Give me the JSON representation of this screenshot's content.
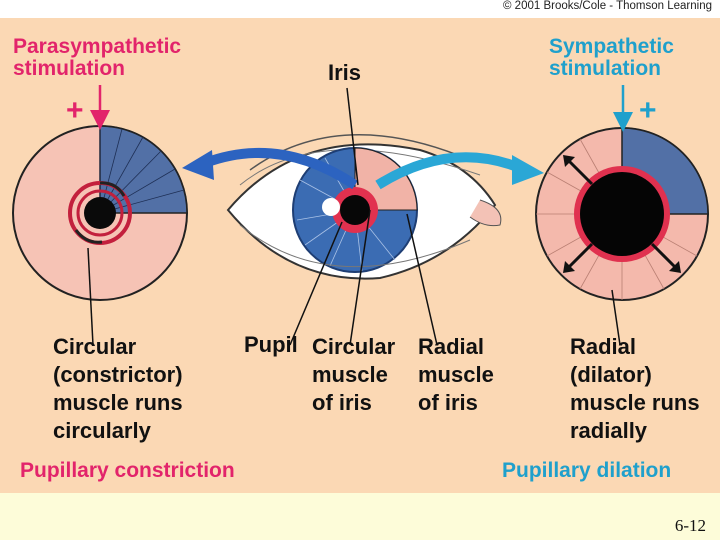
{
  "copyright": "© 2001 Brooks/Cole - Thomson Learning",
  "labels": {
    "parasympathetic_line1": "Parasympathetic",
    "parasympathetic_line2": "stimulation",
    "sympathetic_line1": "Sympathetic",
    "sympathetic_line2": "stimulation",
    "iris": "Iris",
    "plus_left": "+",
    "plus_right": "+",
    "circular_line1": "Circular",
    "circular_line2": "(constrictor)",
    "circular_line3": "muscle runs",
    "circular_line4": "circularly",
    "pupil": "Pupil",
    "circ_iris_line1": "Circular",
    "circ_iris_line2": "muscle",
    "circ_iris_line3": "of iris",
    "radial_iris_line1": "Radial",
    "radial_iris_line2": "muscle",
    "radial_iris_line3": "of iris",
    "radial_line1": "Radial",
    "radial_line2": "(dilator)",
    "radial_line3": "muscle runs",
    "radial_line4": "radially",
    "constriction": "Pupillary constriction",
    "dilation": "Pupillary dilation"
  },
  "slide_number": "6-12",
  "colors": {
    "background": "#fbd8b4",
    "footer": "#fdfcd9",
    "parasympathetic": "#e2246b",
    "sympathetic": "#1fa0cc",
    "iris_blue": "#3b6cb3",
    "muscle_pink": "#f4b9ac"
  }
}
